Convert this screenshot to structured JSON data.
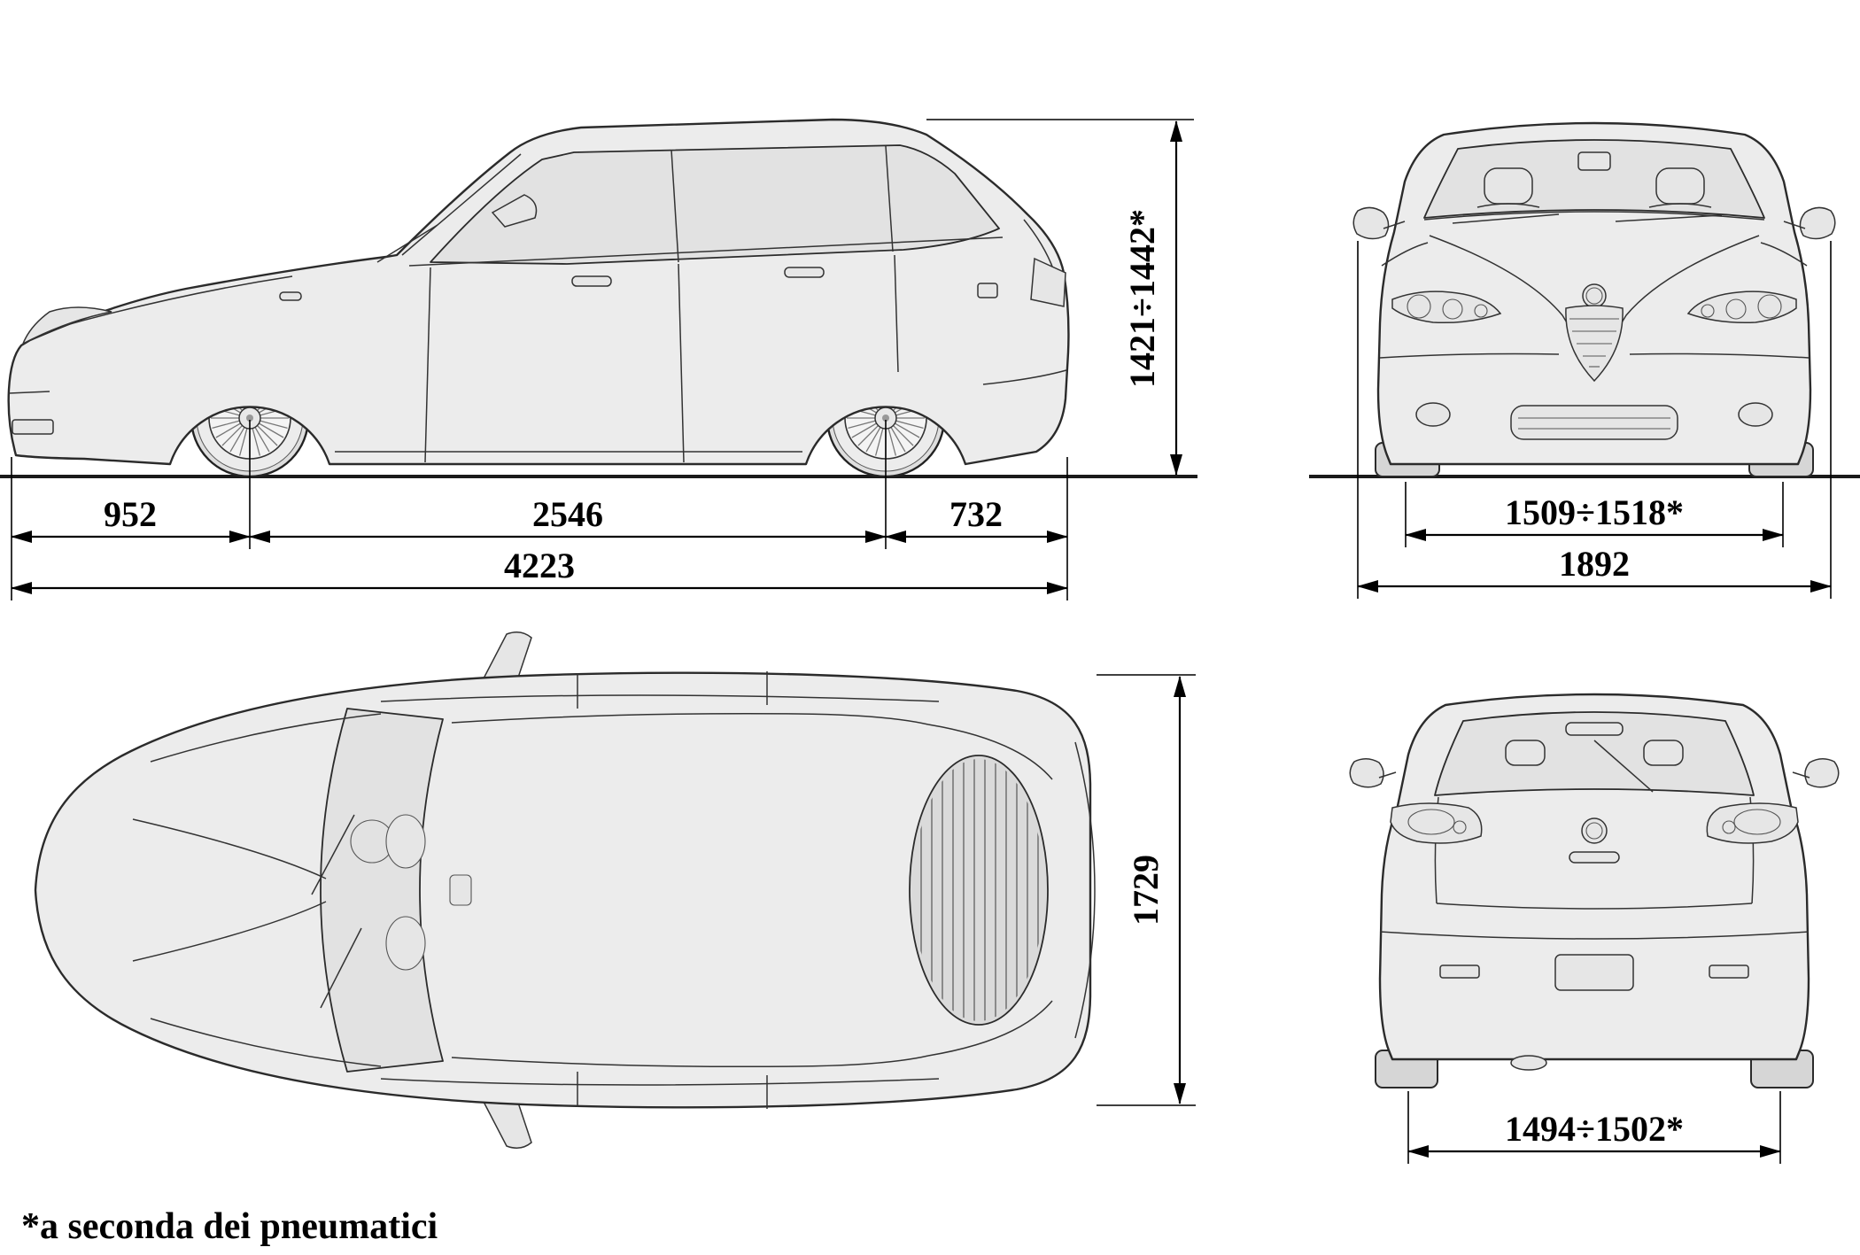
{
  "footnote": "*a seconda dei pneumatici",
  "side_view": {
    "front_overhang": "952",
    "wheelbase": "2546",
    "rear_overhang": "732",
    "overall_length": "4223",
    "height": "1421÷1442*"
  },
  "front_view": {
    "front_track": "1509÷1518*",
    "overall_width": "1892"
  },
  "top_view": {
    "body_width": "1729"
  },
  "rear_view": {
    "rear_track": "1494÷1502*"
  }
}
